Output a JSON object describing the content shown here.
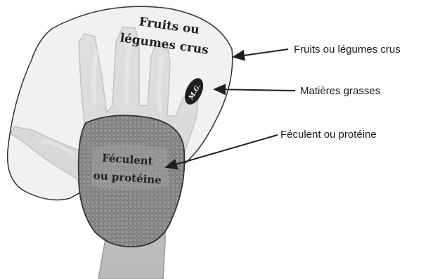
{
  "zone_labels": {
    "fruits_line1": "Fruits ou",
    "fruits_line2": "légumes crus",
    "fat_badge": "M.G.",
    "starch_line1": "Féculent",
    "starch_line2": "ou protéine"
  },
  "callouts": {
    "fruits": "Fruits ou légumes crus",
    "fats": "Matières grasses",
    "starch": "Féculent ou protéine"
  },
  "colors": {
    "hand_fill": "#cdcdcd",
    "hand_outline": "#9a9a9a",
    "zone_fill": "#e6e6e6",
    "zone_outline": "#333333",
    "palm_fill": "#8f8f8f",
    "fat_badge_fill": "#1f1f1f",
    "arrow": "#1f1f1f"
  },
  "icons": {
    "hand": "hand-illustration-icon",
    "palm_texture": "woven-texture-icon"
  }
}
